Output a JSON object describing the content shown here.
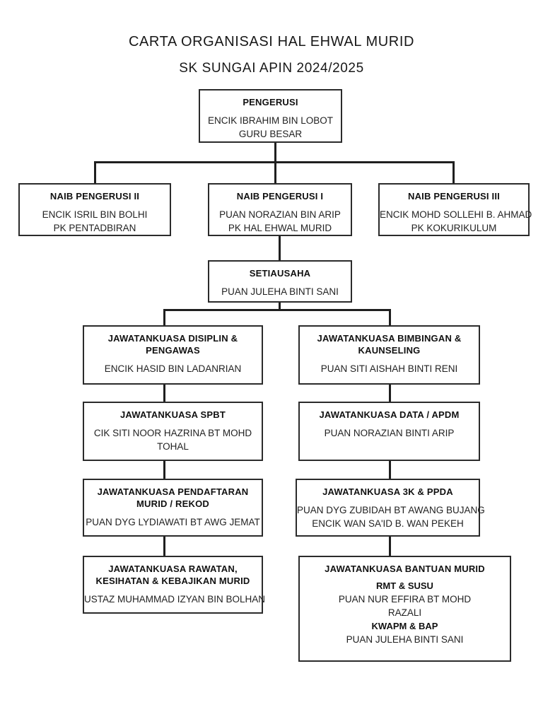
{
  "colors": {
    "background": "#ffffff",
    "line": "#1f1f1f",
    "box_border": "#2b2b2b",
    "text": "#1c1c1c"
  },
  "header": {
    "title_line1": "CARTA ORGANISASI HAL EHWAL MURID",
    "title_line2": "SK SUNGAI APIN 2024/2025"
  },
  "chart": {
    "pengerusi": {
      "title": "PENGERUSI",
      "name": "ENCIK IBRAHIM BIN LOBOT",
      "role": "GURU BESAR"
    },
    "naib_pengerusi_2": {
      "title": "NAIB PENGERUSI II",
      "name": "ENCIK ISRIL BIN BOLHI",
      "role": "PK PENTADBIRAN"
    },
    "naib_pengerusi_1": {
      "title": "NAIB PENGERUSI I",
      "name": "PUAN NORAZIAN BIN ARIP",
      "role": "PK HAL EHWAL MURID"
    },
    "naib_pengerusi_3": {
      "title": "NAIB PENGERUSI III",
      "name": "ENCIK MOHD SOLLEHI B. AHMAD",
      "role": "PK KOKURIKULUM"
    },
    "setiausaha": {
      "title": "SETIAUSAHA",
      "name": "PUAN JULEHA BINTI SANI"
    },
    "disiplin_pengawas": {
      "title_line1": "JAWATANKUASA DISIPLIN &",
      "title_line2": "PENGAWAS",
      "name": "ENCIK HASID BIN LADANRIAN"
    },
    "bimbingan_kaunseling": {
      "title_line1": "JAWATANKUASA BIMBINGAN &",
      "title_line2": "KAUNSELING",
      "name": "PUAN SITI AISHAH BINTI RENI"
    },
    "spbt": {
      "title": "JAWATANKUASA SPBT",
      "name_line1": "CIK SITI NOOR HAZRINA BT MOHD",
      "name_line2": "TOHAL"
    },
    "data_apdm": {
      "title": "JAWATANKUASA DATA / APDM",
      "name": "PUAN NORAZIAN BINTI ARIP"
    },
    "pendaftaran_rekod": {
      "title_line1": "JAWATANKUASA PENDAFTARAN",
      "title_line2": "MURID / REKOD",
      "name": "PUAN DYG LYDIAWATI BT AWG JEMAT"
    },
    "tiga_k_ppda": {
      "title": "JAWATANKUASA 3K & PPDA",
      "name_line1": "PUAN DYG ZUBIDAH BT AWANG BUJANG",
      "name_line2": "ENCIK WAN SA'ID B. WAN PEKEH"
    },
    "rawatan_kesihatan": {
      "title_line1": "JAWATANKUASA RAWATAN,",
      "title_line2": "KESIHATAN & KEBAJIKAN MURID",
      "name": "USTAZ MUHAMMAD IZYAN BIN BOLHAN"
    },
    "bantuan_murid": {
      "title": "JAWATANKUASA BANTUAN MURID",
      "rmt_heading": "RMT & SUSU",
      "rmt_name_line1": "PUAN NUR EFFIRA BT MOHD",
      "rmt_name_line2": "RAZALI",
      "kwapm_heading": "KWAPM & BAP",
      "kwapm_name": "PUAN JULEHA BINTI SANI"
    }
  }
}
